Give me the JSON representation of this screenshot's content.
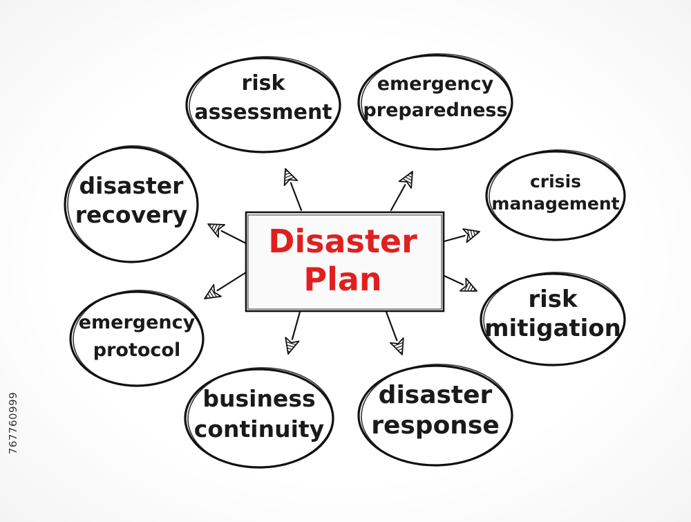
{
  "diagram": {
    "center": {
      "lines": [
        "Disaster",
        "Plan"
      ],
      "color": "#e02020"
    },
    "text_color": "#1a1a1a",
    "nodes": [
      {
        "id": "risk-assessment",
        "lines": [
          "risk",
          "assessment"
        ]
      },
      {
        "id": "emergency-preparedness",
        "lines": [
          "emergency",
          "preparedness"
        ]
      },
      {
        "id": "crisis-management",
        "lines": [
          "crisis",
          "management"
        ]
      },
      {
        "id": "risk-mitigation",
        "lines": [
          "risk",
          "mitigation"
        ]
      },
      {
        "id": "disaster-response",
        "lines": [
          "disaster",
          "response"
        ]
      },
      {
        "id": "business-continuity",
        "lines": [
          "business",
          "continuity"
        ]
      },
      {
        "id": "emergency-protocol",
        "lines": [
          "emergency",
          "protocol"
        ]
      },
      {
        "id": "disaster-recovery",
        "lines": [
          "disaster",
          "recovery"
        ]
      }
    ]
  },
  "stock_id": "767760999"
}
